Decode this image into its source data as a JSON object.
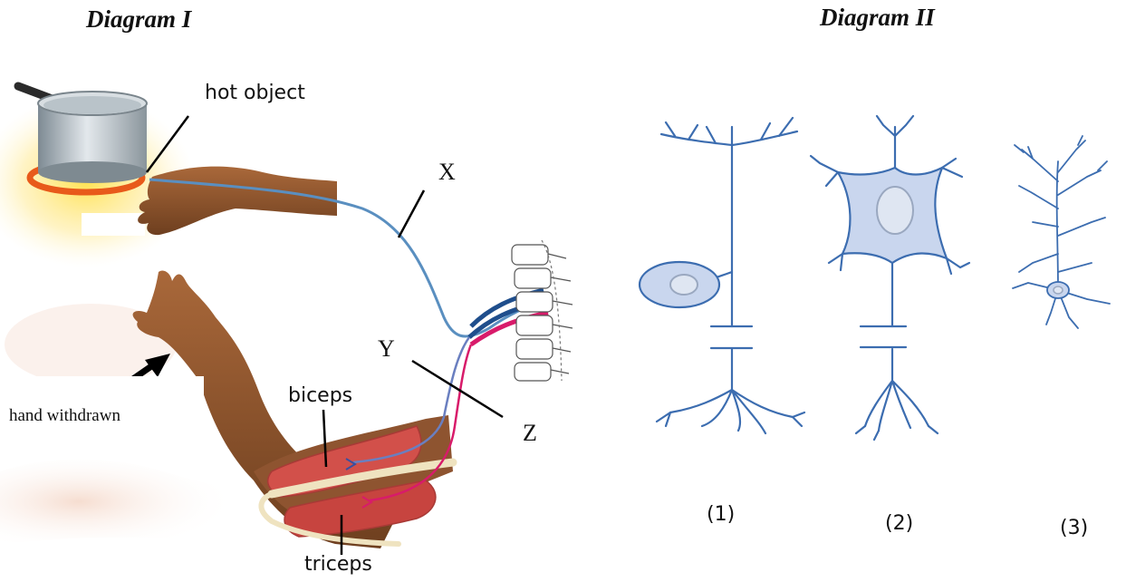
{
  "diagram_1": {
    "title": "Diagram I",
    "labels": {
      "hot_object": "hot object",
      "x": "X",
      "y": "Y",
      "z": "Z",
      "hand_withdrawn": "hand withdrawn",
      "biceps": "biceps",
      "triceps": "triceps"
    }
  },
  "diagram_2": {
    "title": "Diagram II",
    "neurons": [
      {
        "label": "(1)"
      },
      {
        "label": "(2)"
      },
      {
        "label": "(3)"
      }
    ]
  },
  "colors": {
    "nerve_blue": "#5a8fc0",
    "motor_blue": "#1f4e8c",
    "motor_pink": "#d81b6a",
    "skin": "#8b5530",
    "muscle": "#d2504a",
    "neuron": "#3c6db0",
    "neuron_fill": "#c9d6ee"
  }
}
